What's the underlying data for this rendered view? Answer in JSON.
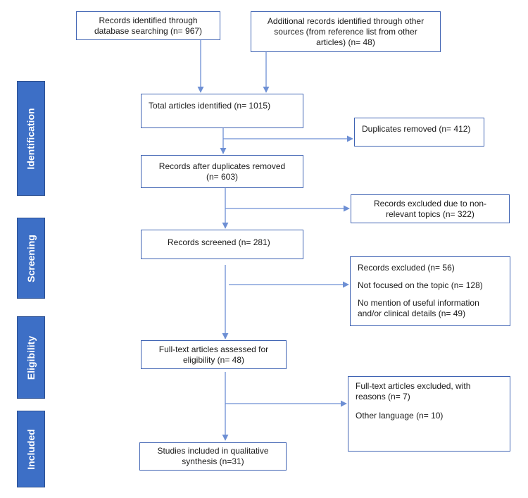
{
  "stages": {
    "identification": "Identification",
    "screening": "Screening",
    "eligibility": "Eligibility",
    "included": "Included"
  },
  "boxes": {
    "db_search": [
      "Records identified through",
      "database searching (n= 967)"
    ],
    "other_sources": [
      "Additional records identified through other",
      "sources (from reference list from other",
      "articles) (n= 48)"
    ],
    "total": [
      "Total articles identified (n= 1015)"
    ],
    "duplicates_removed": [
      "Duplicates removed (n= 412)"
    ],
    "after_duplicates": [
      "Records after duplicates removed",
      "(n= 603)"
    ],
    "non_relevant": [
      "Records excluded due to non-",
      "relevant topics (n= 322)"
    ],
    "screened": [
      "Records screened (n= 281)"
    ],
    "records_excluded": [
      "Records excluded (n= 56)",
      "Not focused on the topic (n= 128)",
      "No mention of useful information and/or clinical details (n= 49)"
    ],
    "full_text": [
      "Full-text articles assessed for",
      "eligibility (n= 48)"
    ],
    "full_text_excluded": [
      "Full-text articles excluded, with reasons (n= 7)",
      "Other language (n= 10)"
    ],
    "included": [
      "Studies included in qualitative",
      "synthesis (n=31)"
    ]
  },
  "colors": {
    "border": "#3f63b3",
    "arrow": "#6d8fd4",
    "stage_fill": "#3d6fc6"
  }
}
